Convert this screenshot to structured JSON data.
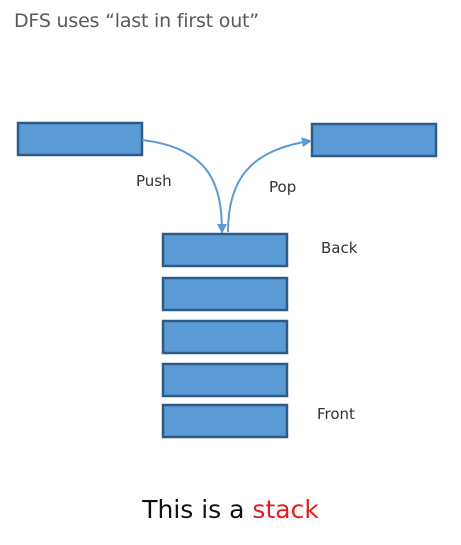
{
  "title": "DFS uses “last in first out”",
  "labels": {
    "push": "Push",
    "pop": "Pop",
    "back": "Back",
    "front": "Front"
  },
  "caption": {
    "prefix": "This is a ",
    "highlight": "stack"
  },
  "stack": {
    "slots": 5
  },
  "colors": {
    "box_fill": "#5b9bd5",
    "box_stroke": "#2e5a87",
    "arrow": "#5b9bd5",
    "highlight": "#e02020"
  }
}
